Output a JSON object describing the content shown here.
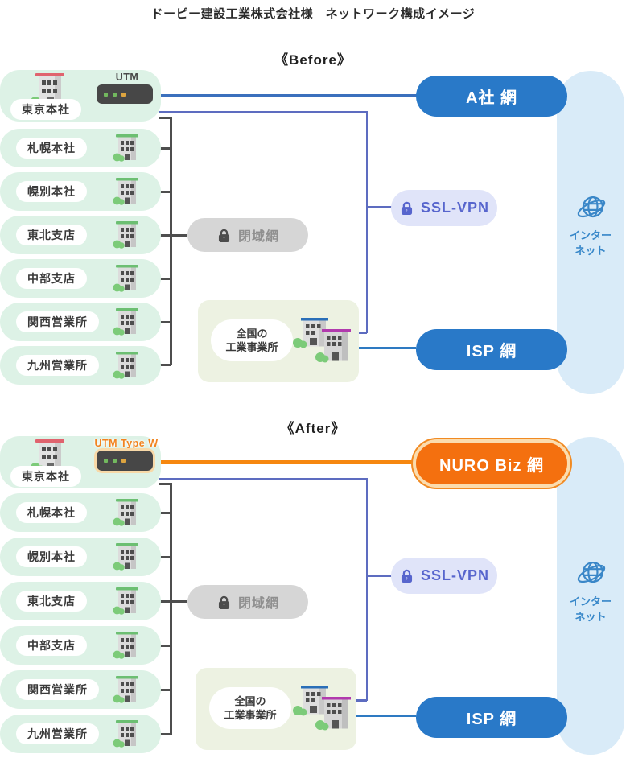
{
  "page_title": "ドーピー建設工業株式会社様　ネットワーク構成イメージ",
  "colors": {
    "office_green": "#ddf2e6",
    "accent_blue": "#2979c8",
    "accent_orange": "#f4700f",
    "ssl_purple": "#5765cd",
    "ssl_bg": "#e0e4f9",
    "closed_net_gray": "#d6d6d6",
    "internet_bg": "#d9ebf8",
    "internet_blue": "#3787c9",
    "line_dark": "#4e4e4e",
    "line_purple": "#5d6cc0",
    "line_blue": "#3b70bd",
    "line_orange": "#f6870f"
  },
  "before": {
    "heading": "《Before》",
    "hq": {
      "label": "東京本社",
      "device_label": "UTM"
    },
    "branches": [
      "札幌本社",
      "幌別本社",
      "東北支店",
      "中部支店",
      "関西営業所",
      "九州営業所"
    ],
    "closed_net": "閉域網",
    "ssl_vpn": "SSL-VPN",
    "national_offices": {
      "line1": "全国の",
      "line2": "工業事業所"
    },
    "wan_top": "A社 網",
    "isp": "ISP 網",
    "internet": {
      "line1": "インター",
      "line2": "ネット"
    }
  },
  "after": {
    "heading": "《After》",
    "hq": {
      "label": "東京本社",
      "device_label": "UTM Type W"
    },
    "branches": [
      "札幌本社",
      "幌別本社",
      "東北支店",
      "中部支店",
      "関西営業所",
      "九州営業所"
    ],
    "closed_net": "閉域網",
    "ssl_vpn": "SSL-VPN",
    "national_offices": {
      "line1": "全国の",
      "line2": "工業事業所"
    },
    "wan_top": "NURO Biz 網",
    "isp": "ISP 網",
    "internet": {
      "line1": "インター",
      "line2": "ネット"
    }
  }
}
